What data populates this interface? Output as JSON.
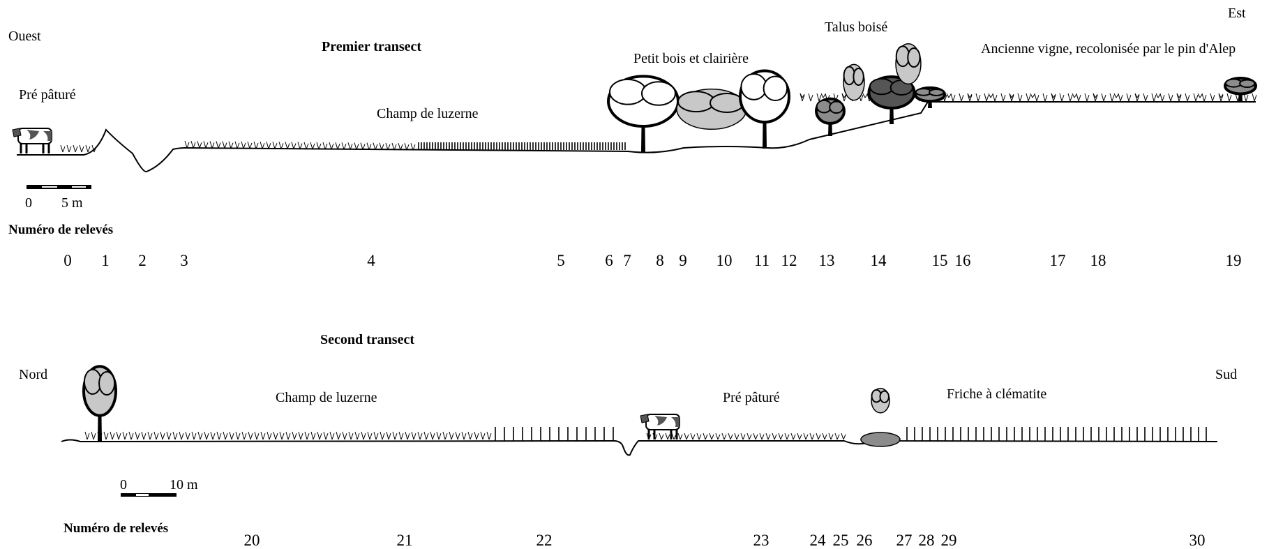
{
  "transect1": {
    "title": "Premier transect",
    "west": "Ouest",
    "east": "Est",
    "zones": {
      "meadow": "Pré pâturé",
      "alfalfa": "Champ de luzerne",
      "woods": "Petit bois et clairière",
      "bank": "Talus boisé",
      "vineyard": "Ancienne vigne, recolonisée par le pin d'Alep"
    },
    "scale": {
      "start": "0",
      "end": "5 m"
    },
    "releves_label": "Numéro de relevés",
    "releves": [
      "0",
      "1",
      "2",
      "3",
      "4",
      "5",
      "6",
      "7",
      "8",
      "9",
      "10",
      "11",
      "12",
      "13",
      "14",
      "15",
      "16",
      "17",
      "18",
      "19"
    ]
  },
  "transect2": {
    "title": "Second transect",
    "north": "Nord",
    "south": "Sud",
    "zones": {
      "alfalfa": "Champ de luzerne",
      "meadow": "Pré pâturé",
      "fallow": "Friche à clématite"
    },
    "scale": {
      "start": "0",
      "end": "10 m"
    },
    "releves_label": "Numéro de relevés",
    "releves": [
      "20",
      "21",
      "22",
      "23",
      "24",
      "25",
      "26",
      "27",
      "28",
      "29",
      "30"
    ]
  },
  "colors": {
    "ink": "#000000",
    "foliage_light": "#c8c8c8",
    "foliage_mid": "#8c8c8c",
    "foliage_dark": "#555555"
  }
}
